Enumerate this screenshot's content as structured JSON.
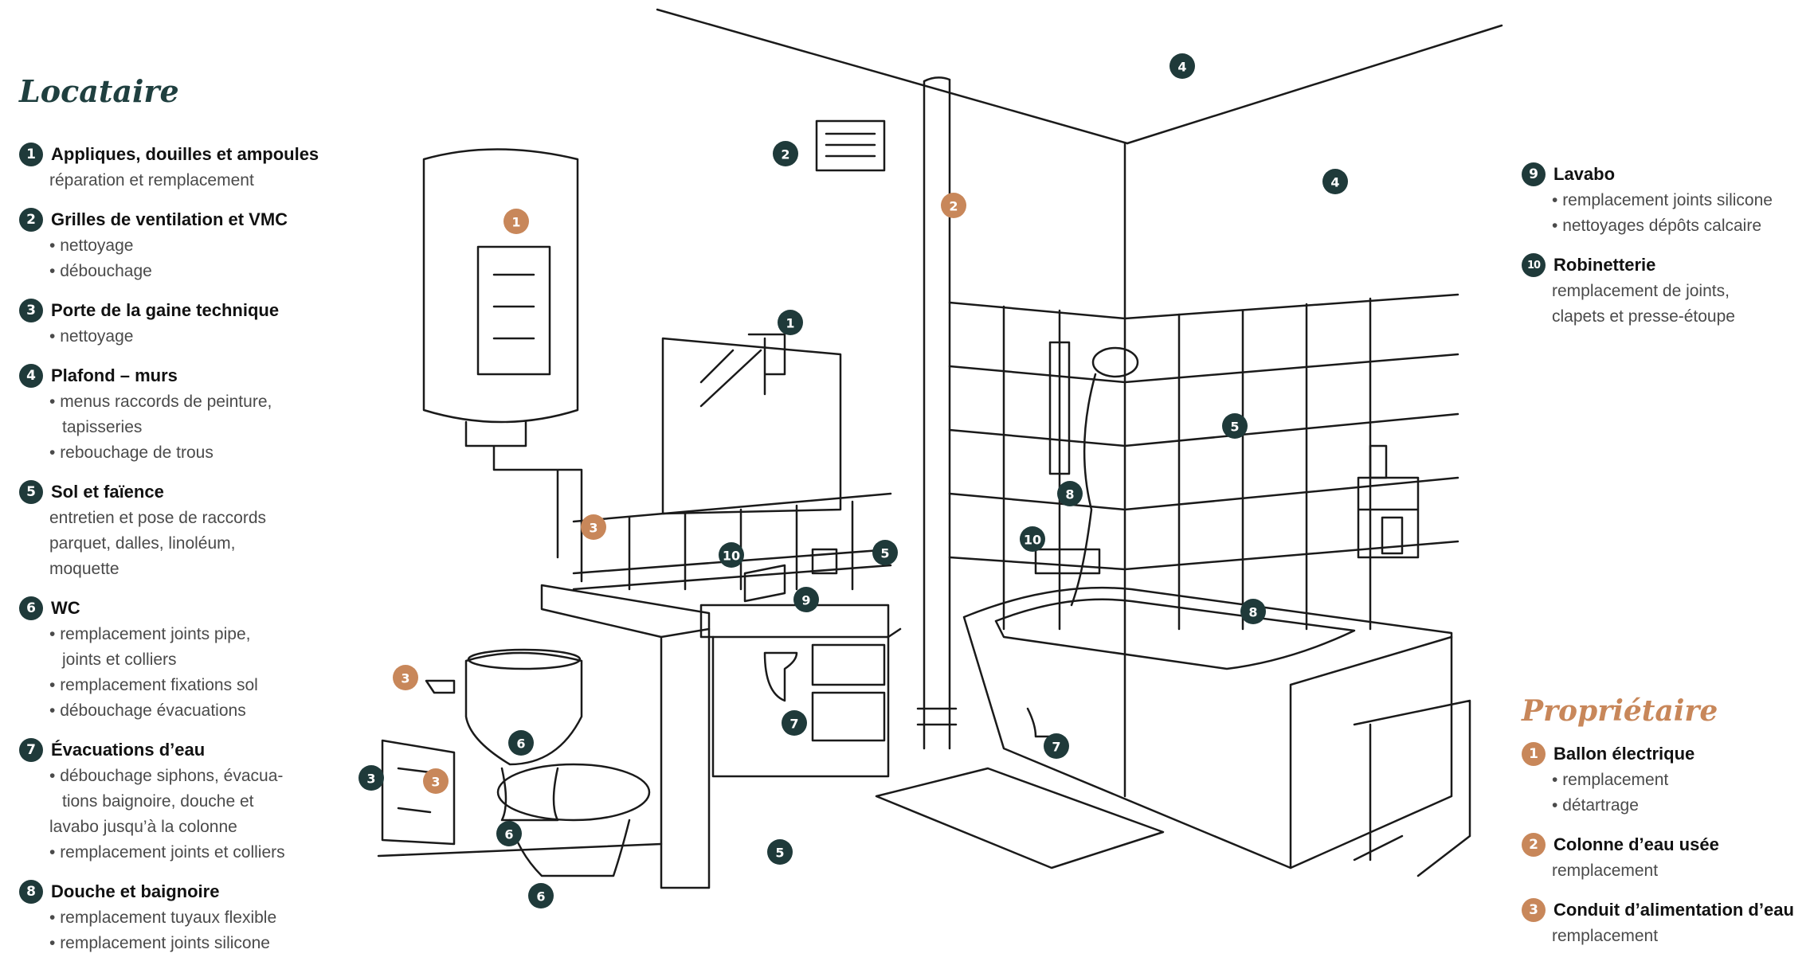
{
  "tenant": {
    "heading": "Locataire",
    "items": [
      {
        "num": "1",
        "title": "Appliques, douilles et ampoules",
        "lines": [
          {
            "t": "réparation et remplacement",
            "b": false
          }
        ]
      },
      {
        "num": "2",
        "title": "Grilles de ventilation et VMC",
        "lines": [
          {
            "t": "nettoyage",
            "b": true
          },
          {
            "t": "débouchage",
            "b": true
          }
        ]
      },
      {
        "num": "3",
        "title": "Porte de la gaine technique",
        "lines": [
          {
            "t": "nettoyage",
            "b": true
          }
        ]
      },
      {
        "num": "4",
        "title": "Plafond – murs",
        "lines": [
          {
            "t": "menus raccords de peinture,",
            "b": true
          },
          {
            "t": "tapisseries",
            "b": false
          },
          {
            "t": "rebouchage de trous",
            "b": true
          }
        ]
      },
      {
        "num": "5",
        "title": "Sol et faïence",
        "lines": [
          {
            "t": "entretien et pose de raccords",
            "b": false
          },
          {
            "t": "parquet, dalles, linoléum,",
            "b": false
          },
          {
            "t": "moquette",
            "b": false
          }
        ]
      },
      {
        "num": "6",
        "title": "WC",
        "lines": [
          {
            "t": "remplacement joints pipe,",
            "b": true
          },
          {
            "t": "joints et colliers",
            "b": false
          },
          {
            "t": "remplacement fixations sol",
            "b": true
          },
          {
            "t": "débouchage évacuations",
            "b": true
          }
        ]
      },
      {
        "num": "7",
        "title": "Évacuations d’eau",
        "lines": [
          {
            "t": "débouchage siphons, évacua-",
            "b": true
          },
          {
            "t": "tions baignoire, douche et",
            "b": false
          },
          {
            "t": "lavabo jusqu’à la colonne",
            "b": false
          },
          {
            "t": "remplacement joints et colliers",
            "b": true
          }
        ]
      },
      {
        "num": "8",
        "title": "Douche et baignoire",
        "lines": [
          {
            "t": "remplacement tuyaux flexible",
            "b": true
          },
          {
            "t": "remplacement joints silicone",
            "b": true
          }
        ]
      }
    ],
    "items_right": [
      {
        "num": "9",
        "title": "Lavabo",
        "lines": [
          {
            "t": "remplacement joints silicone",
            "b": true
          },
          {
            "t": "nettoyages dépôts calcaire",
            "b": true
          }
        ]
      },
      {
        "num": "10",
        "title": "Robinetterie",
        "lines": [
          {
            "t": "remplacement de joints,",
            "b": false
          },
          {
            "t": "clapets et presse-étoupe",
            "b": false
          }
        ]
      }
    ]
  },
  "owner": {
    "heading": "Propriétaire",
    "items": [
      {
        "num": "1",
        "title": "Ballon électrique",
        "lines": [
          {
            "t": "remplacement",
            "b": true
          },
          {
            "t": "détartrage",
            "b": true
          }
        ]
      },
      {
        "num": "2",
        "title": "Colonne d’eau usée",
        "lines": [
          {
            "t": "remplacement",
            "b": false
          }
        ]
      },
      {
        "num": "3",
        "title": "Conduit d’alimentation d’eau",
        "lines": [
          {
            "t": "remplacement",
            "b": false
          }
        ]
      }
    ]
  },
  "colors": {
    "tenant": "#1f3a3a",
    "owner": "#c8875a"
  },
  "markers": [
    {
      "n": "1",
      "kind": "owner",
      "name": "marker-owner-1-water-heater"
    },
    {
      "n": "2",
      "kind": "owner",
      "name": "marker-owner-2-drain-column"
    },
    {
      "n": "3",
      "kind": "owner",
      "name": "marker-owner-3-supply-pipe"
    },
    {
      "n": "3",
      "kind": "owner",
      "name": "marker-owner-3-wc-supply"
    },
    {
      "n": "3",
      "kind": "owner",
      "name": "marker-owner-3-technical-duct"
    },
    {
      "n": "1",
      "kind": "tenant",
      "name": "marker-1-light-fixture"
    },
    {
      "n": "2",
      "kind": "tenant",
      "name": "marker-2-ventilation-grille"
    },
    {
      "n": "2",
      "kind": "tenant",
      "name": "marker-2-column"
    },
    {
      "n": "3",
      "kind": "tenant",
      "name": "marker-3-duct-door"
    },
    {
      "n": "4",
      "kind": "tenant",
      "name": "marker-4-ceiling"
    },
    {
      "n": "4",
      "kind": "tenant",
      "name": "marker-4-wall"
    },
    {
      "n": "5",
      "kind": "tenant",
      "name": "marker-5-wall-tiles-left"
    },
    {
      "n": "5",
      "kind": "tenant",
      "name": "marker-5-wall-tiles-right"
    },
    {
      "n": "5",
      "kind": "tenant",
      "name": "marker-5-floor"
    },
    {
      "n": "6",
      "kind": "tenant",
      "name": "marker-6-wc-tank"
    },
    {
      "n": "6",
      "kind": "tenant",
      "name": "marker-6-wc-pipe"
    },
    {
      "n": "6",
      "kind": "tenant",
      "name": "marker-6-wc-base"
    },
    {
      "n": "7",
      "kind": "tenant",
      "name": "marker-7-sink-siphon"
    },
    {
      "n": "7",
      "kind": "tenant",
      "name": "marker-7-bath-drain"
    },
    {
      "n": "8",
      "kind": "tenant",
      "name": "marker-8-shower-hose"
    },
    {
      "n": "8",
      "kind": "tenant",
      "name": "marker-8-bathtub"
    },
    {
      "n": "9",
      "kind": "tenant",
      "name": "marker-9-sink"
    },
    {
      "n": "10",
      "kind": "tenant",
      "name": "marker-10-sink-tap"
    },
    {
      "n": "10",
      "kind": "tenant",
      "name": "marker-10-bath-tap"
    }
  ]
}
